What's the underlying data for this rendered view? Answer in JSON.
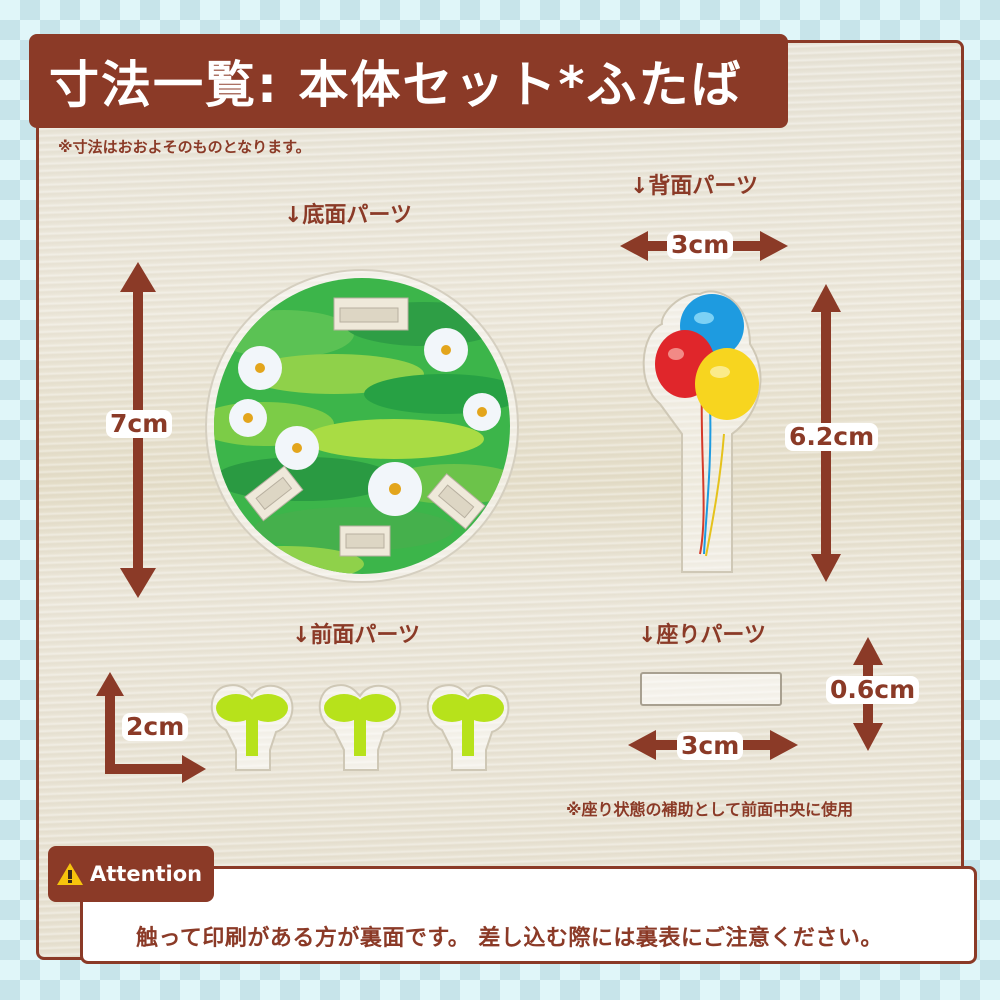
{
  "title": "寸法一覧: 本体セット*ふたば",
  "disclaimer": "※寸法はおおよそのものとなります。",
  "parts": {
    "bottom": {
      "label": "↓底面パーツ",
      "height": "7cm"
    },
    "back": {
      "label": "↓背面パーツ",
      "width": "3cm",
      "height": "6.2cm"
    },
    "front": {
      "label": "↓前面パーツ",
      "size": "2cm",
      "count": 3
    },
    "seat": {
      "label": "↓座りパーツ",
      "width": "3cm",
      "height": "0.6cm",
      "note": "※座り状態の補助として前面中央に使用"
    }
  },
  "attention": {
    "icon": "warning-icon",
    "label": "Attention",
    "message": "触って印刷がある方が裏面です。 差し込む際には裏表にご注意ください。"
  },
  "colors": {
    "accent": "#8b3a27",
    "checker_light": "#e0f6f9",
    "checker_dark": "#c7e4ea",
    "board": "#e8e4d8",
    "grass": "#3cb54a",
    "sprout": "#b7e21b",
    "balloon_blue": "#1e9be0",
    "balloon_red": "#e0262b",
    "balloon_yellow": "#f7d51f"
  }
}
